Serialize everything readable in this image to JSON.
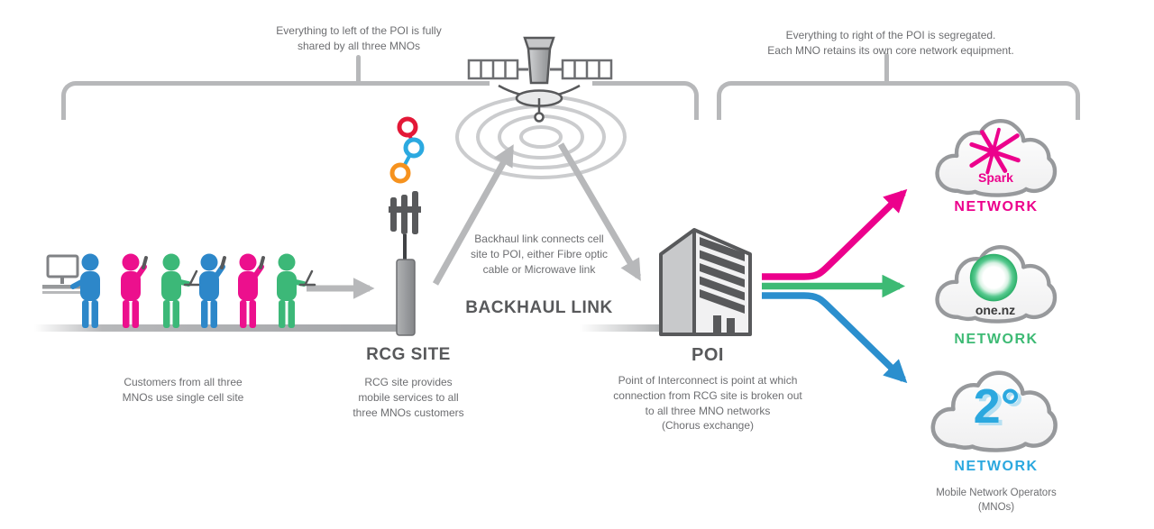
{
  "annotations": {
    "left_region": "Everything to left of the POI is fully\nshared by all three MNOs",
    "right_region": "Everything to right of the POI is segregated.\nEach MNO retains its own core network equipment."
  },
  "customers": {
    "caption": "Customers from all three\nMNOs use single cell site"
  },
  "rcg_site": {
    "title": "RCG SITE",
    "caption": "RCG site provides\nmobile services to all\nthree MNOs customers"
  },
  "backhaul": {
    "title": "BACKHAUL LINK",
    "caption": "Backhaul link connects cell\nsite to POI, either Fibre optic\ncable or Microwave link"
  },
  "poi": {
    "title": "POI",
    "caption": "Point of Interconnect is point at which\nconnection from RCG site is broken out\nto all three MNO networks\n(Chorus exchange)"
  },
  "networks": [
    {
      "name": "Spark",
      "logo_text": "Spark",
      "label": "NETWORK",
      "color": "#EC008C"
    },
    {
      "name": "one.nz",
      "logo_text": "one.nz",
      "label": "NETWORK",
      "color": "#3DBA74"
    },
    {
      "name": "2degrees",
      "logo_text": "2°",
      "label": "NETWORK",
      "color": "#2BA8DF"
    }
  ],
  "footer": {
    "caption": "Mobile Network Operators\n(MNOs)"
  },
  "colors": {
    "grey": "#B7B8BA",
    "dark": "#58595B",
    "spark_pink": "#EC008C",
    "onenz_green": "#3DBA74",
    "degrees_blue": "#2B8FCE"
  }
}
